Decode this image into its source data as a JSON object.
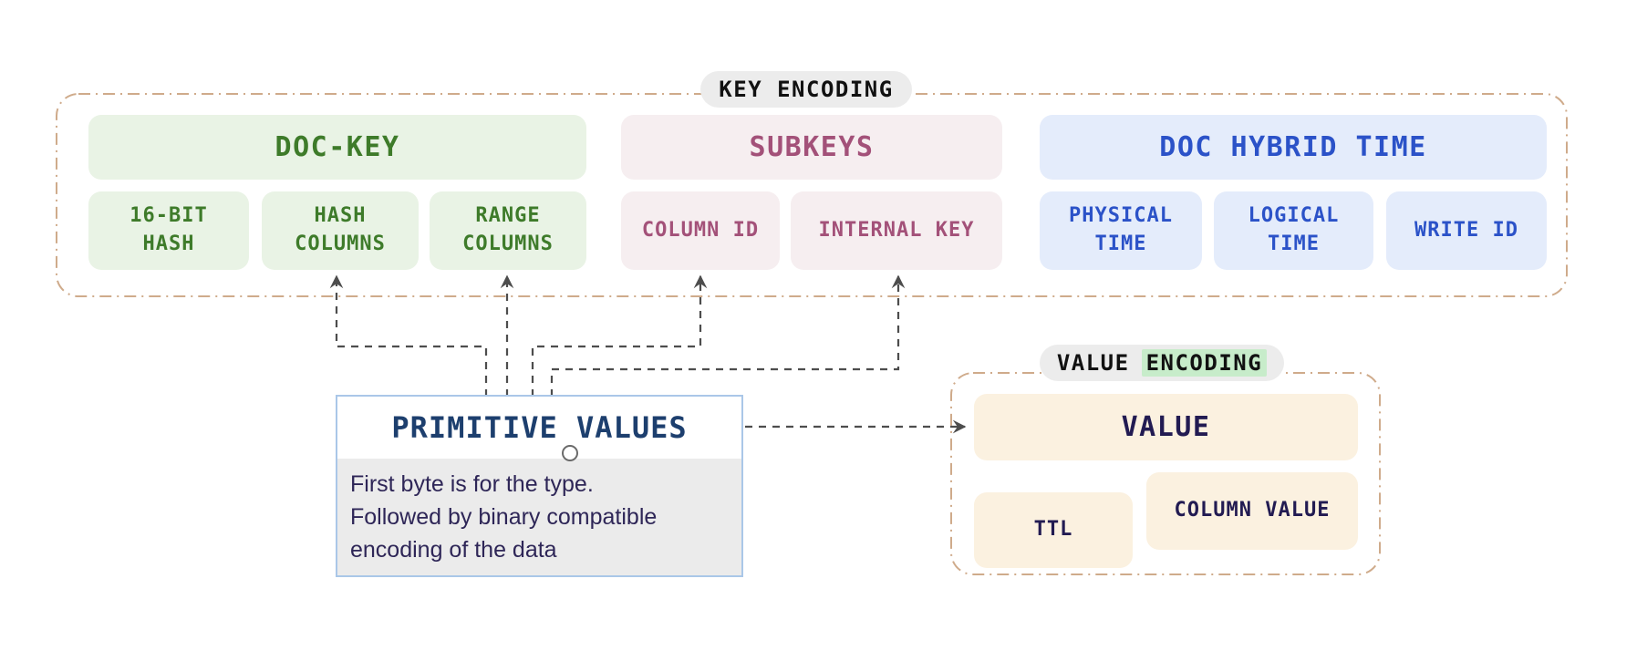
{
  "key_encoding": {
    "label": "KEY ENCODING",
    "groups": [
      {
        "title": "DOC-KEY",
        "items": [
          "16-BIT\nHASH",
          "HASH\nCOLUMNS",
          "RANGE\nCOLUMNS"
        ]
      },
      {
        "title": "SUBKEYS",
        "items": [
          "COLUMN ID",
          "INTERNAL KEY"
        ]
      },
      {
        "title": "DOC HYBRID TIME",
        "items": [
          "PHYSICAL\nTIME",
          "LOGICAL\nTIME",
          "WRITE ID"
        ]
      }
    ]
  },
  "primitive_values": {
    "title": "PRIMITIVE VALUES",
    "description": "First byte is for the type.\nFollowed by binary compatible\nencoding of the data"
  },
  "value_encoding": {
    "label_plain": "VALUE",
    "label_highlight": "ENCODING",
    "value_title": "VALUE",
    "items": [
      "TTL",
      "COLUMN VALUE"
    ]
  },
  "colors": {
    "frame_border": "#cfab8b",
    "connector": "#4d4d4d",
    "doc_key_bg": "#e9f3e5",
    "doc_key_text": "#3e7b2a",
    "subkeys_bg": "#f6eef0",
    "subkeys_text": "#a35179",
    "hybrid_time_bg": "#e4ecfb",
    "hybrid_time_text": "#2b52c8",
    "value_bg": "#fbf1e0",
    "value_text": "#221b52",
    "primitive_title_text": "#1d3f6e",
    "primitive_border": "#aac7e8",
    "description_bg": "#ebebeb",
    "description_text": "#2e2657",
    "pill_bg": "#ececec",
    "pill_text": "#111111",
    "highlight_bg": "#c7ecca"
  }
}
